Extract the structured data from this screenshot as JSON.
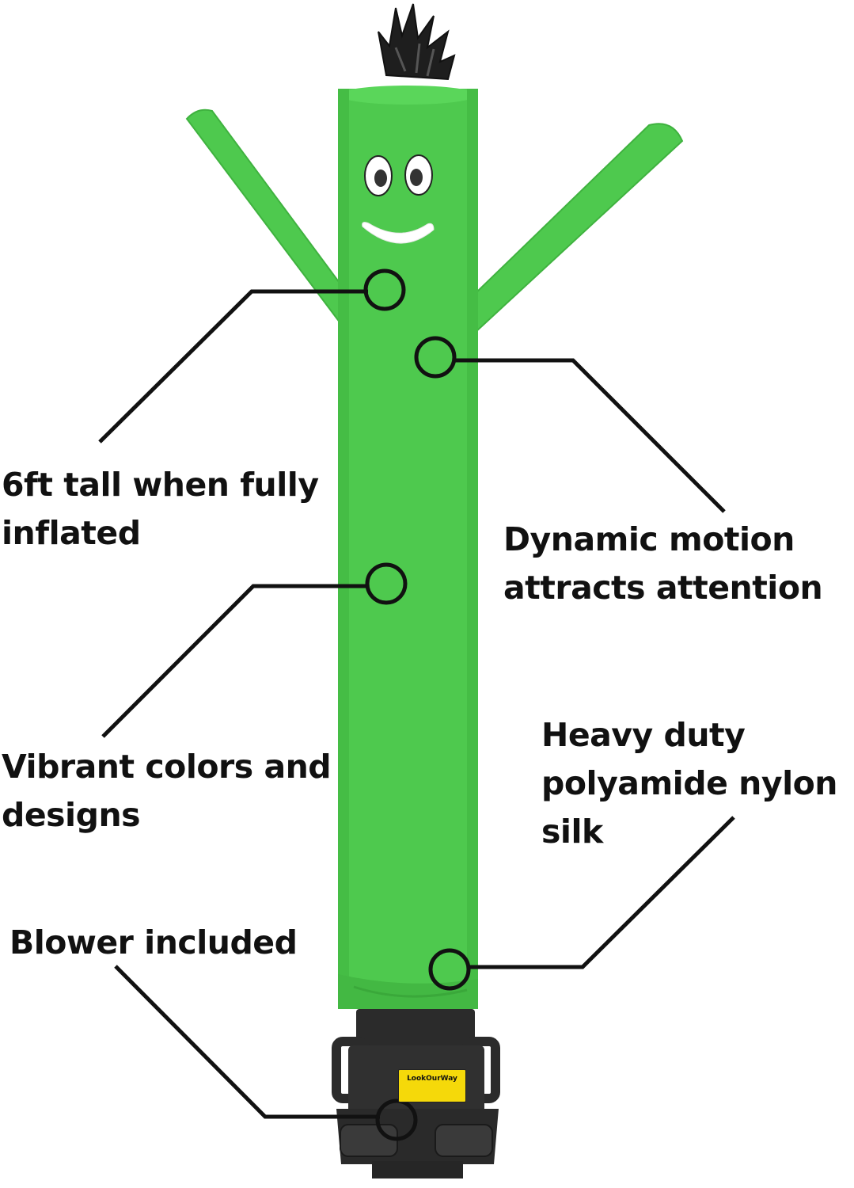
{
  "callouts": {
    "height": "6ft tall when fully\ninflated",
    "motion": "Dynamic motion\nattracts attention",
    "colors": "Vibrant colors and\ndesigns",
    "fabric": "Heavy duty\npolyamide nylon\nsilk",
    "blower": "Blower included"
  },
  "brand": {
    "logo_text": "LookOurWay"
  },
  "colors": {
    "tube_green": "#4ec94e",
    "tube_shadow": "#3fb23f",
    "blower_black": "#2b2b2b",
    "line_black": "#111111"
  }
}
